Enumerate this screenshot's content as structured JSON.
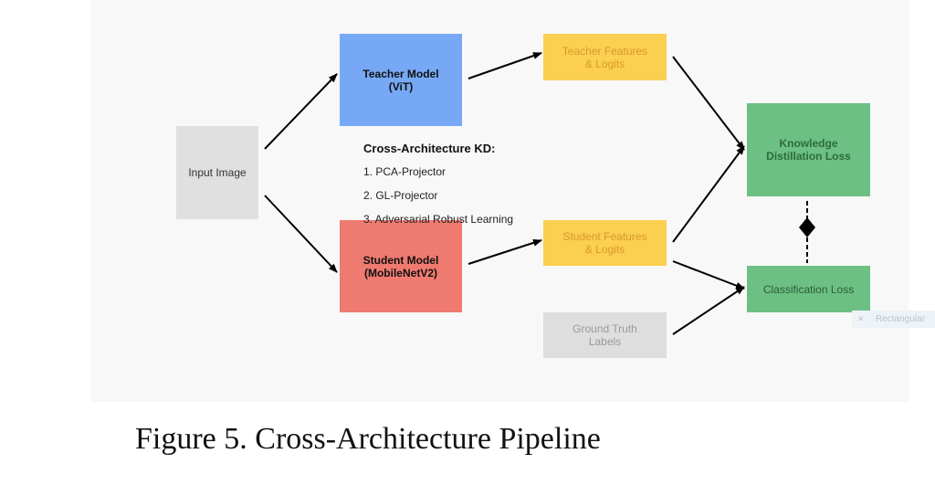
{
  "nodes": {
    "input_image": {
      "label": "Input Image"
    },
    "teacher_model": {
      "label": "Teacher Model\n(ViT)"
    },
    "student_model": {
      "label": "Student Model\n(MobileNetV2)"
    },
    "teacher_features": {
      "label": "Teacher Features\n& Logits"
    },
    "student_features": {
      "label": "Student Features\n& Logits"
    },
    "ground_truth": {
      "label": "Ground Truth\nLabels"
    },
    "kd_loss": {
      "label": "Knowledge\nDistillation Loss"
    },
    "cls_loss": {
      "label": "Classification Loss"
    }
  },
  "kd_note": {
    "title": "Cross-Architecture KD:",
    "items": [
      "1. PCA-Projector",
      "2. GL-Projector",
      "3. Adversarial Robust Learning"
    ]
  },
  "caption": "Figure 5.  Cross-Architecture Pipeline",
  "side_tag": {
    "icon": "close-icon",
    "label": "Rectangular"
  },
  "colors": {
    "teacher": "#77a8f5",
    "student": "#ef7a70",
    "features": "#fbcf4f",
    "features_text": "#d99a2a",
    "loss": "#6cc083",
    "input": "#e0e0e0",
    "ground_truth": "#dedede",
    "ground_truth_text": "#9a9a9a"
  }
}
